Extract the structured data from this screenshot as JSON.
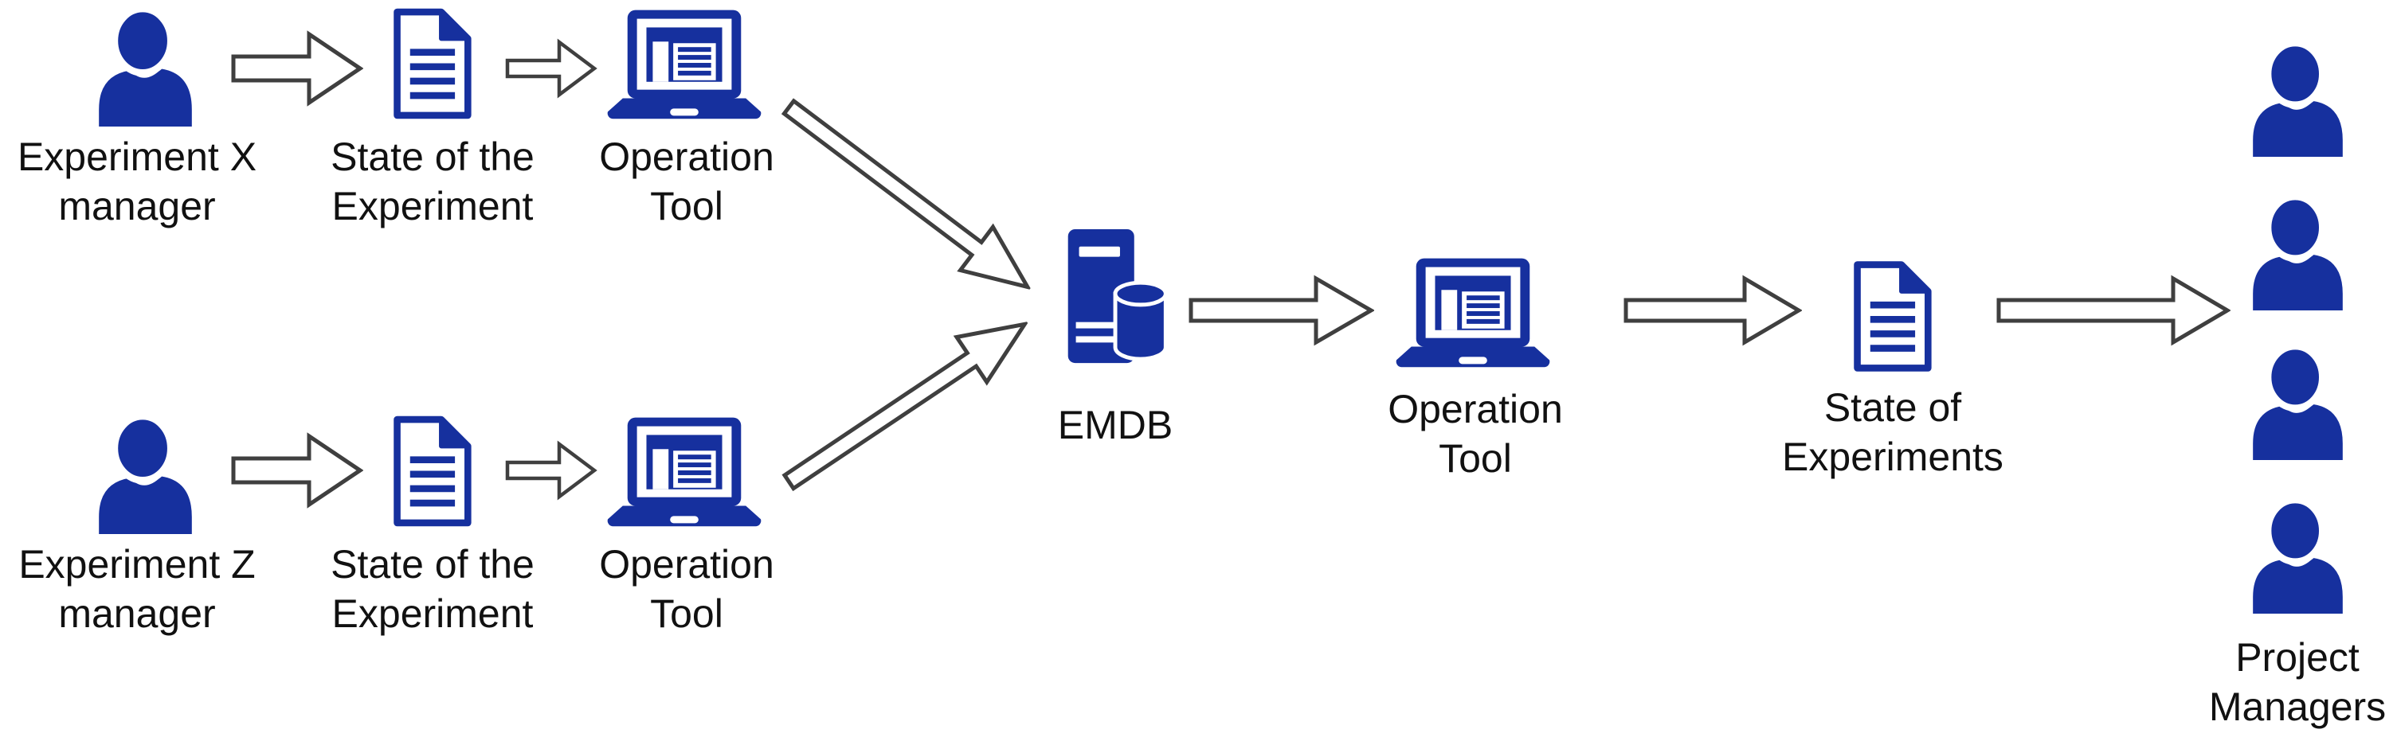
{
  "figure": {
    "type": "flow-diagram",
    "background": "#ffffff",
    "description": "Data flow of experiment state reports into EMDB and out to project managers"
  },
  "colors": {
    "icon_blue": "#16309e",
    "arrow_fill": "#ffffff",
    "arrow_outline": "#3f3f3f",
    "label_text": "#111111"
  },
  "nodes": {
    "experiment_x_manager": {
      "icon": "person-icon",
      "label": "Experiment X\nmanager"
    },
    "state_of_experiment_x": {
      "icon": "document-icon",
      "label": "State of the\nExperiment"
    },
    "operation_tool_x": {
      "icon": "laptop-icon",
      "label": "Operation\nTool"
    },
    "experiment_z_manager": {
      "icon": "person-icon",
      "label": "Experiment Z\nmanager"
    },
    "state_of_experiment_z": {
      "icon": "document-icon",
      "label": "State of the\nExperiment"
    },
    "operation_tool_z": {
      "icon": "laptop-icon",
      "label": "Operation\nTool"
    },
    "emdb": {
      "icon": "server-database-icon",
      "label": "EMDB"
    },
    "operation_tool_central": {
      "icon": "laptop-icon",
      "label": "Operation\nTool"
    },
    "state_of_experiments": {
      "icon": "document-icon",
      "label": "State of\nExperiments"
    },
    "project_managers": {
      "icon": "person-group-icon",
      "person_count": 4,
      "label": "Project\nManagers"
    }
  },
  "flows": [
    {
      "from": "experiment_x_manager",
      "to": "state_of_experiment_x"
    },
    {
      "from": "state_of_experiment_x",
      "to": "operation_tool_x"
    },
    {
      "from": "experiment_z_manager",
      "to": "state_of_experiment_z"
    },
    {
      "from": "state_of_experiment_z",
      "to": "operation_tool_z"
    },
    {
      "from": "operation_tool_x",
      "to": "emdb"
    },
    {
      "from": "operation_tool_z",
      "to": "emdb"
    },
    {
      "from": "emdb",
      "to": "operation_tool_central"
    },
    {
      "from": "operation_tool_central",
      "to": "state_of_experiments"
    },
    {
      "from": "state_of_experiments",
      "to": "project_managers"
    }
  ]
}
